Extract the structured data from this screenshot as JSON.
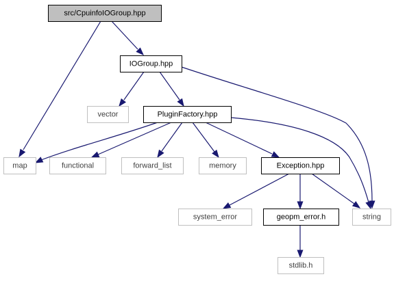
{
  "nodes": [
    {
      "id": "cpuinfo",
      "label": "src/CpuinfoIOGroup.hpp",
      "style": "root"
    },
    {
      "id": "iogroup",
      "label": "IOGroup.hpp",
      "style": "local"
    },
    {
      "id": "map",
      "label": "map",
      "style": "system"
    },
    {
      "id": "vector",
      "label": "vector",
      "style": "system"
    },
    {
      "id": "pluginfactory",
      "label": "PluginFactory.hpp",
      "style": "local"
    },
    {
      "id": "string",
      "label": "string",
      "style": "system"
    },
    {
      "id": "functional",
      "label": "functional",
      "style": "system"
    },
    {
      "id": "forward_list",
      "label": "forward_list",
      "style": "system"
    },
    {
      "id": "memory",
      "label": "memory",
      "style": "system"
    },
    {
      "id": "exception",
      "label": "Exception.hpp",
      "style": "local"
    },
    {
      "id": "system_error",
      "label": "system_error",
      "style": "system"
    },
    {
      "id": "geopm_error",
      "label": "geopm_error.h",
      "style": "local"
    },
    {
      "id": "stdlib",
      "label": "stdlib.h",
      "style": "system"
    }
  ],
  "edges": [
    {
      "from": "cpuinfo",
      "to": "map"
    },
    {
      "from": "cpuinfo",
      "to": "iogroup"
    },
    {
      "from": "iogroup",
      "to": "vector"
    },
    {
      "from": "iogroup",
      "to": "pluginfactory"
    },
    {
      "from": "iogroup",
      "to": "string"
    },
    {
      "from": "pluginfactory",
      "to": "map"
    },
    {
      "from": "pluginfactory",
      "to": "functional"
    },
    {
      "from": "pluginfactory",
      "to": "forward_list"
    },
    {
      "from": "pluginfactory",
      "to": "memory"
    },
    {
      "from": "pluginfactory",
      "to": "exception"
    },
    {
      "from": "pluginfactory",
      "to": "string"
    },
    {
      "from": "exception",
      "to": "system_error"
    },
    {
      "from": "exception",
      "to": "geopm_error"
    },
    {
      "from": "exception",
      "to": "string"
    },
    {
      "from": "geopm_error",
      "to": "stdlib"
    }
  ],
  "colors": {
    "edge": "#191970",
    "root_fill": "#bfbfbf",
    "root_border": "#000000",
    "local_fill": "#ffffff",
    "local_border": "#000000",
    "system_fill": "#ffffff",
    "system_border": "#bfbfbf",
    "system_text": "#404040",
    "text": "#000000"
  }
}
